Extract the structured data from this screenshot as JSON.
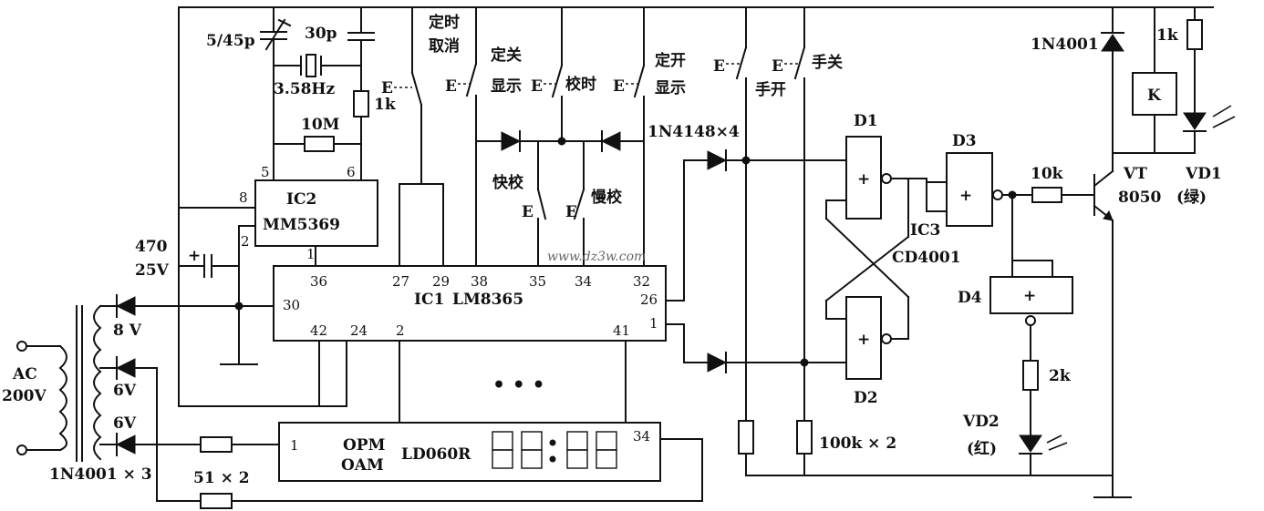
{
  "labels": {
    "trimcap": "5/45p",
    "cap30": "30p",
    "crystal": "3.58Hz",
    "r1k_osc": "1k",
    "r10m": "10M",
    "cap470": "470",
    "cap470v": "25V",
    "ac": "AC",
    "acv": "200V",
    "v8": "8 V",
    "v6a": "6V",
    "v6b": "6V",
    "diodes3": "1N4001 × 3",
    "r51": "51 × 2",
    "dots": "• • •",
    "diodes4": "1N4148×4",
    "r100k": "100k × 2",
    "r10k": "10k",
    "r2k": "2k",
    "r1k_led": "1k",
    "diode_relay": "1N4001",
    "relay": "K",
    "vt": "VT",
    "vt_type": "8050",
    "vd1": "VD1",
    "vd1_color": "(绿)",
    "vd2": "VD2",
    "vd2_color": "(红)",
    "watermark": "www.dz3w.com",
    "sw_e": "E"
  },
  "switches": {
    "dingshi_quxiao_1": "定时",
    "dingshi_quxiao_2": "取消",
    "dingguan_1": "定关",
    "dingguan_2": "显示",
    "jiaoshi": "校时",
    "dingkai_1": "定开",
    "dingkai_2": "显示",
    "kuaijiao": "快校",
    "manjiao": "慢校",
    "shoukai": "手开",
    "shouguan": "手关"
  },
  "ic2": {
    "name": "IC2",
    "part": "MM5369",
    "pins": [
      "5",
      "6",
      "8",
      "2",
      "1"
    ]
  },
  "ic1": {
    "name": "IC1",
    "part": "LM8365",
    "pins": [
      "36",
      "27",
      "29",
      "38",
      "35",
      "34",
      "32",
      "30",
      "26",
      "1",
      "42",
      "24",
      "2",
      "41"
    ]
  },
  "ic3": {
    "name": "IC3",
    "part": "CD4001",
    "gates": [
      "D1",
      "D2",
      "D3",
      "D4"
    ],
    "gate_symbol": "+"
  },
  "display": {
    "pin_left": "1",
    "pin_right": "34",
    "opm": "OPM",
    "oam": "OAM",
    "model": "LD060R"
  }
}
